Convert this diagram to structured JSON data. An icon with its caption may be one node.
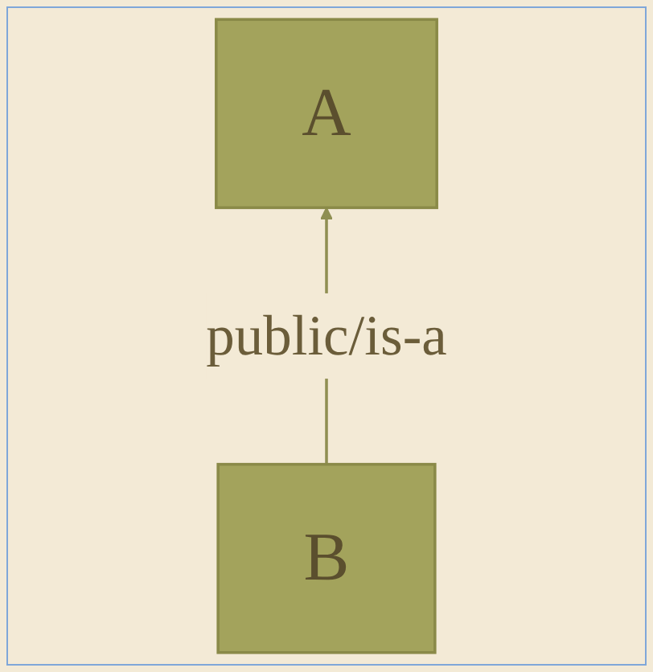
{
  "diagram": {
    "nodes": [
      {
        "text": [
          "A"
        ]
      },
      {
        "text": [
          "B"
        ]
      }
    ],
    "edges": [
      {
        "from": 1,
        "to": 0,
        "arrow": "to",
        "label": "public/is-a"
      }
    ]
  }
}
